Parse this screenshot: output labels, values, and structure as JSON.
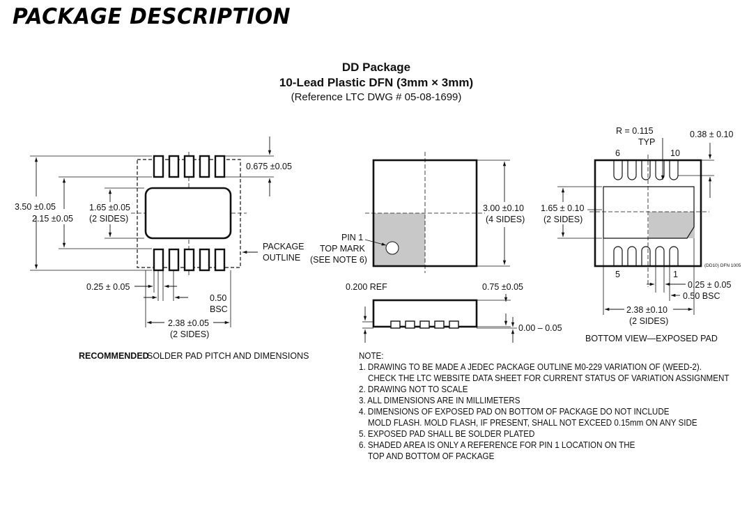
{
  "heading": "PACKAGE DESCRIPTION",
  "titles": {
    "line1": "DD Package",
    "line2": "10-Lead Plastic DFN (3mm × 3mm)",
    "line3": "(Reference LTC DWG # 05-08-1699)"
  },
  "solder_pad": {
    "dim_total": "3.50 ±0.05",
    "dim_inner": "2.15 ±0.05",
    "dim_pad": "1.65 ±0.05",
    "dim_pad_sides": "(2 SIDES)",
    "dim_lead_len": "0.675 ±0.05",
    "outline_line1": "PACKAGE",
    "outline_line2": "OUTLINE",
    "dim_lead_width": "0.25 ± 0.05",
    "dim_pitch_line1": "0.50",
    "dim_pitch_line2": "BSC",
    "dim_span": "2.38 ±0.05",
    "dim_span_sides": "(2 SIDES)",
    "caption_bold": "RECOMMENDED",
    "caption_rest": "SOLDER PAD PITCH AND DIMENSIONS"
  },
  "top_view": {
    "pin1_line1": "PIN 1",
    "pin1_line2": "TOP MARK",
    "pin1_line3": "(SEE NOTE 6)",
    "dim_size": "3.00 ±0.10",
    "dim_size_sides": "(4 SIDES)"
  },
  "side_view": {
    "ref": "0.200 REF",
    "height": "0.75 ±0.05",
    "standoff": "0.00 – 0.05"
  },
  "bottom_view": {
    "radius_line1": "R = 0.115",
    "radius_line2": "TYP",
    "pad_len": "0.38 ± 0.10",
    "pin6": "6",
    "pin10": "10",
    "pin5": "5",
    "pin1": "1",
    "dim_pad": "1.65 ± 0.10",
    "dim_pad_sides": "(2 SIDES)",
    "small_ref": "(DD10) DFN 1005",
    "dim_lead_width": "0.25 ± 0.05",
    "dim_pitch": "0.50 BSC",
    "dim_span": "2.38 ±0.10",
    "dim_span_sides": "(2 SIDES)",
    "caption": "BOTTOM VIEW—EXPOSED PAD"
  },
  "notes": {
    "title": "NOTE:",
    "items": [
      "1. DRAWING TO BE MADE A JEDEC PACKAGE OUTLINE M0-229 VARIATION OF (WEED-2).",
      "CHECK THE LTC WEBSITE DATA SHEET FOR CURRENT STATUS OF VARIATION ASSIGNMENT",
      "2. DRAWING NOT TO SCALE",
      "3. ALL DIMENSIONS ARE IN MILLIMETERS",
      "4. DIMENSIONS OF EXPOSED PAD ON BOTTOM OF PACKAGE DO NOT INCLUDE",
      "MOLD FLASH. MOLD FLASH, IF PRESENT, SHALL NOT EXCEED 0.15mm ON ANY SIDE",
      "5. EXPOSED PAD SHALL BE SOLDER PLATED",
      "6. SHADED AREA IS ONLY A REFERENCE FOR PIN 1 LOCATION ON THE",
      "TOP AND BOTTOM OF PACKAGE"
    ]
  },
  "colors": {
    "line": "#111111",
    "shade": "#c8c8c8"
  }
}
